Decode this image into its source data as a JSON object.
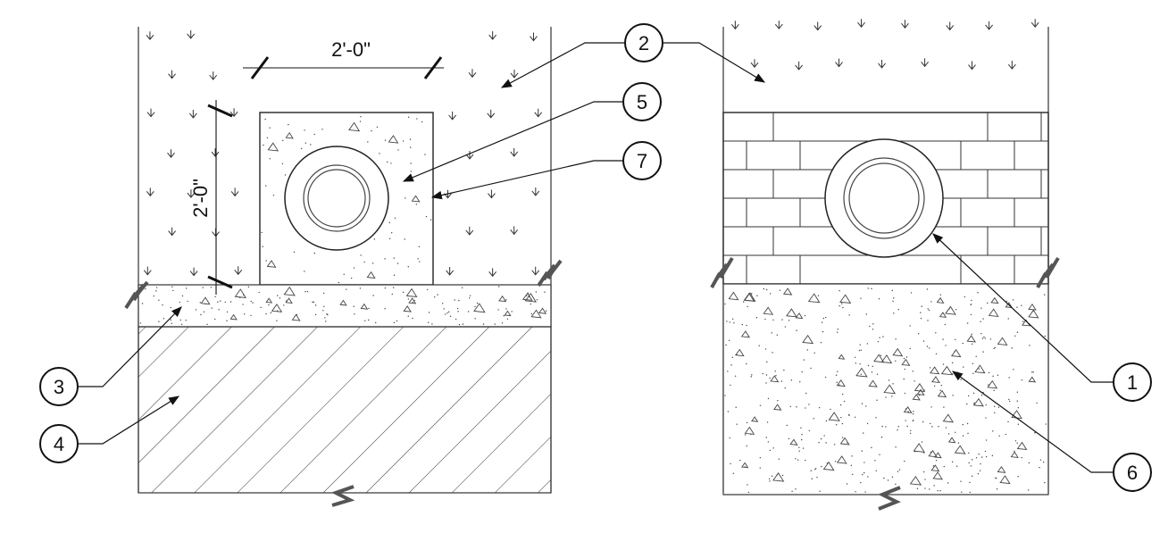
{
  "drawing": {
    "dimensions": {
      "width_label": "2'-0\"",
      "height_label": "2'-0\""
    },
    "callouts": [
      {
        "id": "c1",
        "number": "1"
      },
      {
        "id": "c2",
        "number": "2"
      },
      {
        "id": "c3",
        "number": "3"
      },
      {
        "id": "c4",
        "number": "4"
      },
      {
        "id": "c5",
        "number": "5"
      },
      {
        "id": "c6",
        "number": "6"
      },
      {
        "id": "c7",
        "number": "7"
      }
    ],
    "colors": {
      "line": "#1a1a1a",
      "break_mark": "#555555",
      "background": "#ffffff"
    }
  }
}
